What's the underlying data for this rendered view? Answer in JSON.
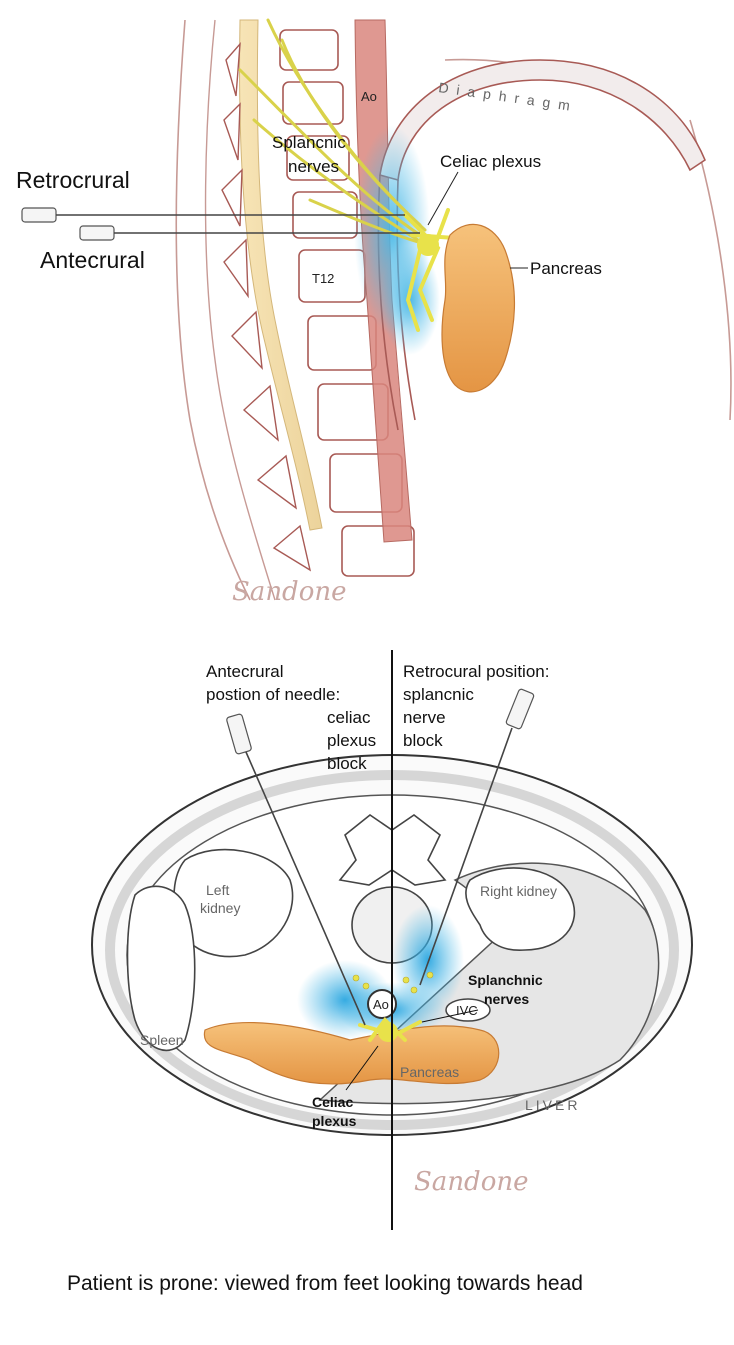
{
  "top": {
    "diaphragm": "Diaphragm",
    "aorta_abbrev": "Ao",
    "splanchnic_nerves": [
      "Splancnic",
      "nerves"
    ],
    "celiac_plexus": "Celiac plexus",
    "pancreas": "Pancreas",
    "vertebra": "T12",
    "retrocrural": "Retrocrural",
    "antecrural": "Antecrural",
    "signature": "Sandone"
  },
  "bottom": {
    "antecrural_label": [
      "Antecrural",
      "postion of needle:",
      "celiac",
      "plexus",
      "block"
    ],
    "retrocrural_label": [
      "Retrocural position:",
      "splancnic",
      "nerve",
      "block"
    ],
    "left_kidney": [
      "Left",
      "kidney"
    ],
    "right_kidney": "Right kidney",
    "splanchnic_nerves": [
      "Splanchnic",
      "nerves"
    ],
    "aorta_abbrev": "Ao",
    "ivc": "IVC",
    "spleen": "Spleen",
    "pancreas": "Pancreas",
    "celiac_plexus": [
      "Celiac",
      "plexus"
    ],
    "liver": "LIVER",
    "signature": "Sandone"
  },
  "caption": "Patient is prone: viewed from feet looking towards head",
  "colors": {
    "bone_outline": "#a85a55",
    "spinal_cord": "#f3dfae",
    "contrast_blue": "#49b8e6",
    "nerve_yellow": "#e8e24a",
    "pancreas_orange": "#efa556",
    "aorta_red": "#d9867e"
  }
}
